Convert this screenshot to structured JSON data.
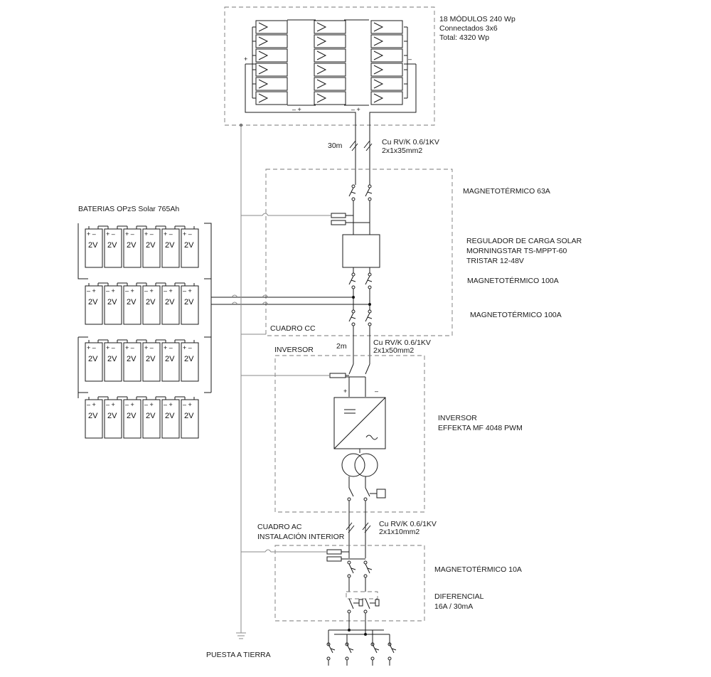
{
  "pv": {
    "line1": "18 MÓDULOS  240 Wp",
    "line2": "Connectados  3x6",
    "line3": "Total:  4320 Wp",
    "plus": "+",
    "minus": "–",
    "mid_pol_1": "–  +",
    "mid_pol_2": "–  +"
  },
  "cable1": {
    "length": "30m",
    "spec1": "Cu RV/K 0.6/1KV",
    "spec2": "2x1x35mm2"
  },
  "cuadro_cc": {
    "label": "CUADRO CC",
    "breaker_63": "MAGNETOTÉRMICO 63A",
    "regulator1": "REGULADOR DE CARGA SOLAR",
    "regulator2": "MORNINGSTAR TS-MPPT-60",
    "regulator3": "TRISTAR 12-48V",
    "breaker_100a": "MAGNETOTÉRMICO 100A",
    "breaker_100b": "MAGNETOTÉRMICO 100A"
  },
  "batteries": {
    "title": "BATERIAS  OPzS  Solar 765Ah",
    "cell_label": "2V",
    "pol_a": "+ –",
    "pol_b": "– +"
  },
  "cable2": {
    "length": "2m",
    "spec1": "Cu RV/K 0.6/1KV",
    "spec2": "2x1x50mm2"
  },
  "inverter": {
    "box_label": "INVERSOR",
    "plus": "+",
    "minus": "–",
    "name1": "INVERSOR",
    "name2": "EFFEKTA MF 4048 PWM"
  },
  "cable3": {
    "spec1": "Cu RV/K 0.6/1KV",
    "spec2": "2x1x10mm2"
  },
  "cuadro_ac": {
    "label1": "CUADRO AC",
    "label2": "INSTALACIÓN INTERIOR",
    "breaker": "MAGNETOTÉRMICO  10A",
    "diff1": "DIFERENCIAL",
    "diff2": "16A / 30mA"
  },
  "ground": {
    "label": "PUESTA A TIERRA"
  }
}
